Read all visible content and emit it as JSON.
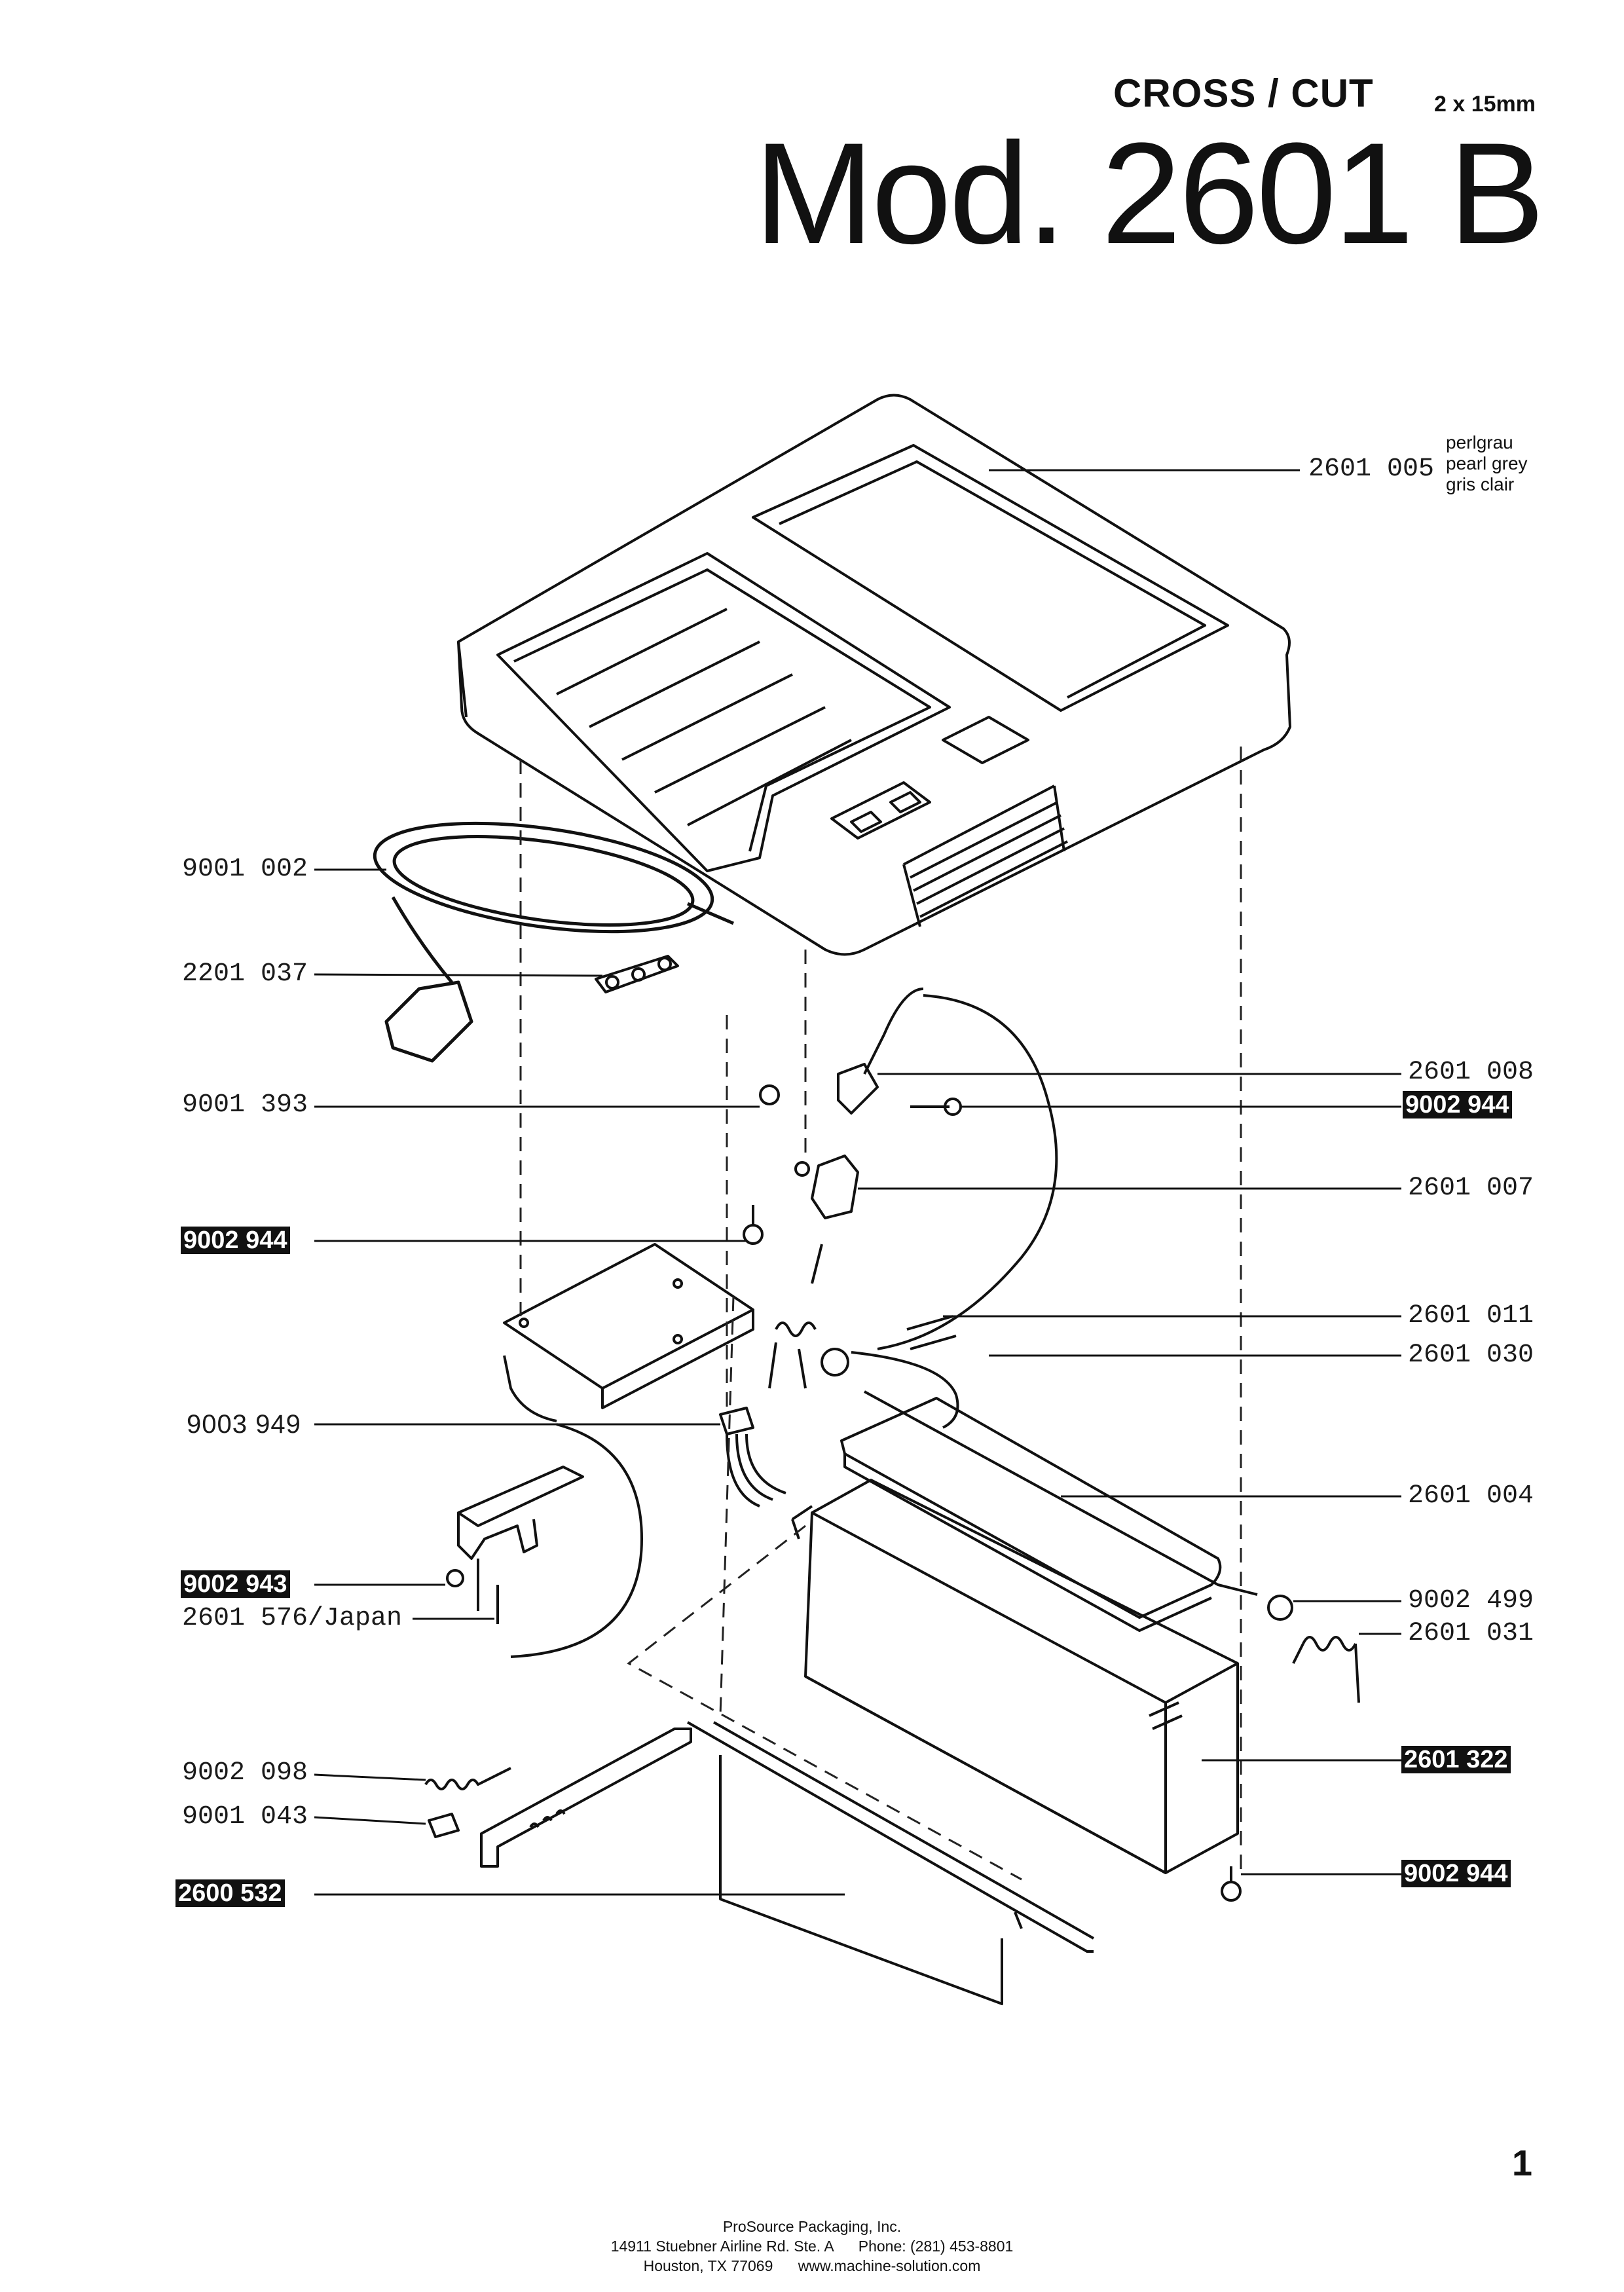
{
  "header": {
    "cross_cut": "CROSS / CUT",
    "cut_size": "2 x 15mm",
    "model": "Mod. 2601 B"
  },
  "color_note": {
    "de": "perlgrau",
    "en": "pearl grey",
    "fr": "gris clair"
  },
  "parts": {
    "p2601_005": "2601 005",
    "p9001_002": "9001 002",
    "p2201_037": "2201 037",
    "p2601_008": "2601 008",
    "p9002_944_a": "9002 944",
    "p9001_393": "9001 393",
    "p2601_007": "2601 007",
    "p9002_944_b": "9002 944",
    "p2601_011": "2601 011",
    "p2601_030": "2601 030",
    "p9003_949": "9003 949",
    "p2601_004": "2601 004",
    "p9002_943": "9002 943",
    "p2601_576": "2601 576/Japan",
    "p9002_499": "9002 499",
    "p2601_031": "2601 031",
    "p2601_322": "2601 322",
    "p9002_098": "9002 098",
    "p9001_043": "9001 043",
    "p2600_532": "2600 532",
    "p9002_944_c": "9002 944"
  },
  "page_number": "1",
  "footer": {
    "company": "ProSource Packaging, Inc.",
    "address": "14911 Stuebner Airline Rd. Ste. A",
    "phone": "Phone: (281) 453-8801",
    "city": "Houston, TX 77069",
    "web": "www.machine-solution.com"
  },
  "colors": {
    "ink": "#111111",
    "paper": "#ffffff"
  }
}
